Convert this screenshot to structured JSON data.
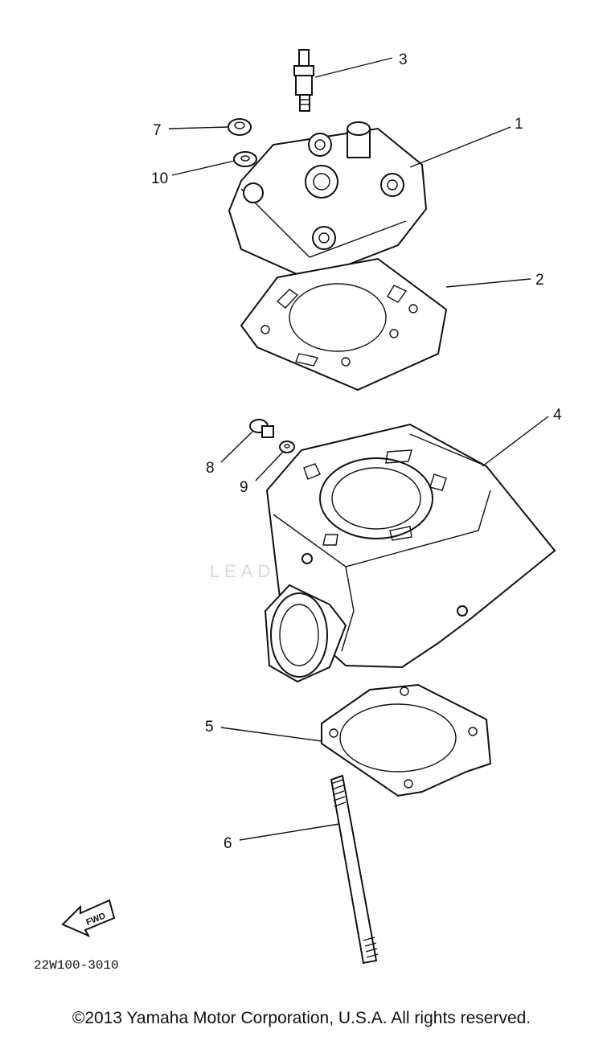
{
  "callouts": {
    "p1": "1",
    "p2": "2",
    "p3": "3",
    "p4": "4",
    "p5": "5",
    "p6": "6",
    "p7": "7",
    "p8": "8",
    "p9": "9",
    "p10": "10"
  },
  "fwd_label": "FWD",
  "drawing_code": "22W100-3010",
  "watermark": "LEADVENTURE",
  "copyright": "©2013 Yamaha Motor Corporation, U.S.A. All rights reserved."
}
